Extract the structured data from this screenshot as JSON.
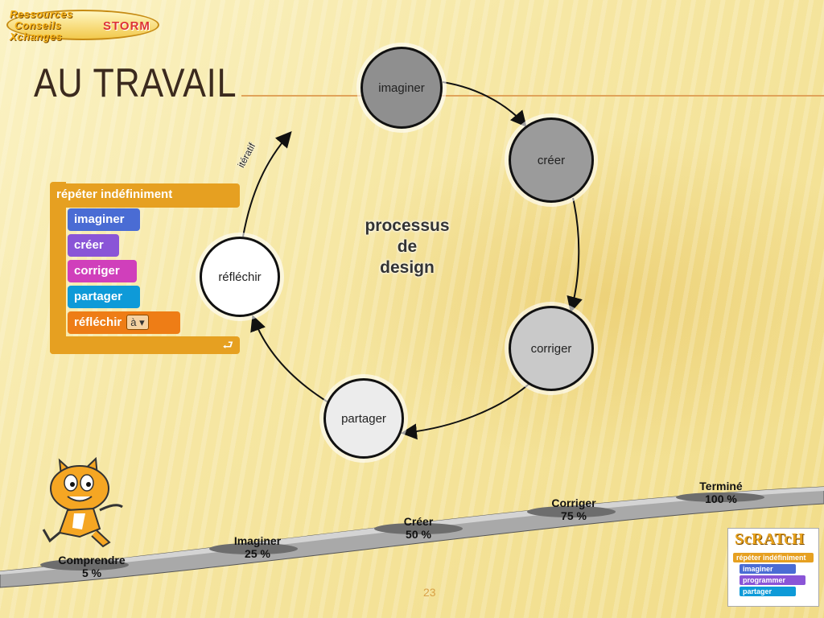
{
  "slide": {
    "title": "AU TRAVAIL",
    "page_number": "23"
  },
  "logo": {
    "line1": "Ressources",
    "line2": "Conseils",
    "line3": "Xchanges",
    "brand": "STORM"
  },
  "cycle": {
    "center_line1": "processus",
    "center_line2": "de",
    "center_line3": "design",
    "iteratif_label": "itératif",
    "nodes": {
      "imaginer": "imaginer",
      "creer": "créer",
      "corriger": "corriger",
      "partager": "partager",
      "reflechir": "réfléchir"
    }
  },
  "script": {
    "hat": "répéter indéfiniment",
    "blocks": [
      "imaginer",
      "créer",
      "corriger",
      "partager",
      "réfléchir"
    ],
    "dropdown_value": "à"
  },
  "milestones": [
    {
      "label": "Comprendre",
      "pct": "5 %"
    },
    {
      "label": "Imaginer",
      "pct": "25 %"
    },
    {
      "label": "Créer",
      "pct": "50 %"
    },
    {
      "label": "Corriger",
      "pct": "75 %"
    },
    {
      "label": "Terminé",
      "pct": "100 %"
    }
  ],
  "scratch_logo": {
    "brand": "ScRATcH",
    "hat": "répéter indéfiniment",
    "blocks": [
      "imaginer",
      "programmer",
      "partager"
    ]
  },
  "colors": {
    "title": "#3b2a1e",
    "accent_line": "#e0a35a",
    "control_block": "#e6a021",
    "block_blue": "#4a6cd4",
    "block_purple": "#8a55d7",
    "block_magenta": "#d03fbb",
    "block_cyan": "#0e9ad8",
    "block_orange": "#ee7d16"
  }
}
